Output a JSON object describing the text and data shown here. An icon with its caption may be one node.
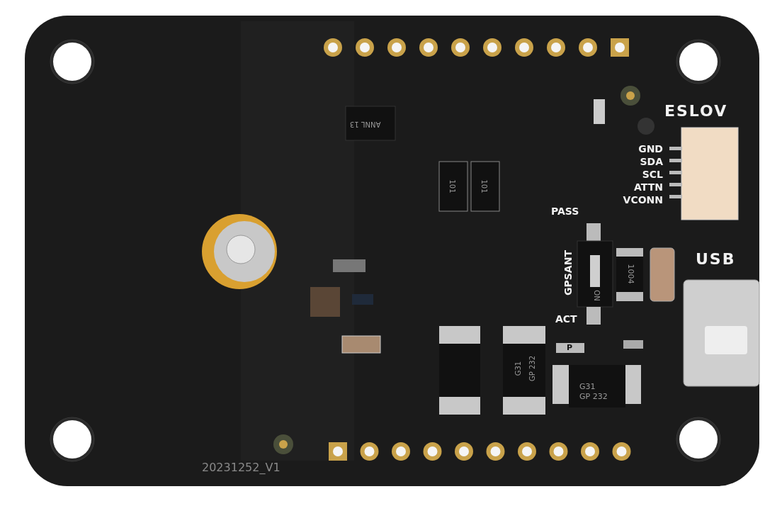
{
  "diagram": {
    "labels": [
      "ESLOV",
      "GND",
      "SDA",
      "SCL",
      "ATTN",
      "VCONN",
      "PASS",
      "GPSANT",
      "ACT",
      "USB",
      "ANNL",
      "13",
      "101",
      "101",
      "ON",
      "1004",
      "P",
      "G31",
      "GP 232",
      "G31",
      "GP 232",
      "20231252_V1"
    ]
  }
}
